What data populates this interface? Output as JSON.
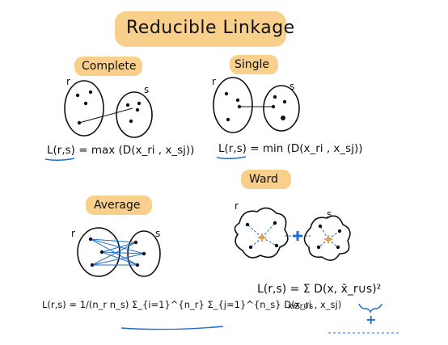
{
  "title": "Reducible Linkage",
  "highlight_color": "#F9D08B",
  "ink_color": "#111111",
  "accent_blue": "#1F6FD1",
  "orange": "#F2A23A",
  "sections": {
    "complete": {
      "label": "Complete",
      "cluster_r": "r",
      "cluster_s": "s",
      "lhs": "L(r,s)",
      "rhs": "= max (D(x_ri , x_sj))"
    },
    "single": {
      "label": "Single",
      "cluster_r": "r",
      "cluster_s": "s",
      "lhs": "L(r,s)",
      "rhs": "= min (D(x_ri , x_sj))"
    },
    "average": {
      "label": "Average",
      "cluster_r": "r",
      "cluster_s": "s",
      "formula": "L(r,s) = 1/(n_r n_s) Σ_{i=1}^{n_r} Σ_{j=1}^{n_s} D(x_ri , x_sj)"
    },
    "ward": {
      "label": "Ward",
      "cluster_r": "r",
      "cluster_s": "s",
      "formula": "L(r,s) = Σ D(x, x̄_r∪s)²",
      "subscript": "x∈r∪s",
      "plus": "+"
    }
  }
}
